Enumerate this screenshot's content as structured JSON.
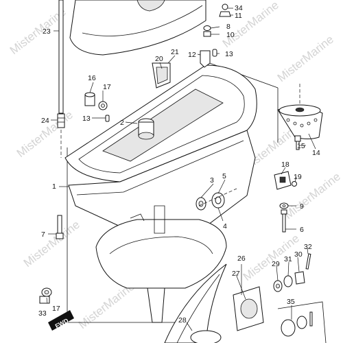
{
  "diagram": {
    "watermark": "MisterMarine",
    "fwd_badge": "FWD",
    "callouts": {
      "c34": "34",
      "c11": "11",
      "c8": "8",
      "c10": "10",
      "c23": "23",
      "c20": "20",
      "c21": "21",
      "c12": "12",
      "c13a": "13",
      "c16": "16",
      "c17a": "17",
      "c13b": "13",
      "c2": "2",
      "c24": "24",
      "c15": "15",
      "c14": "14",
      "c18": "18",
      "c19": "19",
      "c1": "1",
      "c3": "3",
      "c5": "5",
      "c9": "9",
      "c4": "4",
      "c6": "6",
      "c7": "7",
      "c32": "32",
      "c30": "30",
      "c31": "31",
      "c29": "29",
      "c26": "26",
      "c27": "27",
      "c17b": "17",
      "c33": "33",
      "c35": "35",
      "c28": "28"
    }
  }
}
